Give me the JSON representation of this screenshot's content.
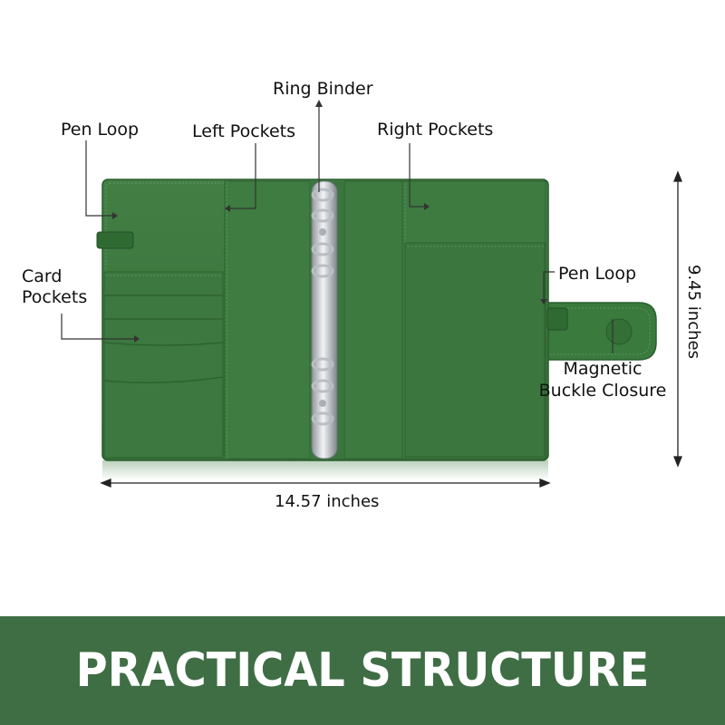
{
  "labels": {
    "ring_binder": "Ring Binder",
    "pen_loop_left": "Pen Loop",
    "left_pockets": "Left Pockets",
    "right_pockets": "Right Pockets",
    "card_pockets_line1": "Card",
    "card_pockets_line2": "Pockets",
    "pen_loop_right": "Pen Loop",
    "magnetic_line1": "Magnetic",
    "magnetic_line2": "Buckle Closure"
  },
  "dimensions": {
    "width": "14.57 inches",
    "height": "9.45 inches"
  },
  "banner": {
    "title": "PRACTICAL STRUCTURE"
  },
  "colors": {
    "leather": "#3d7a3f",
    "leather_dark": "#2f6533",
    "banner": "#3f6e45",
    "metal": "#c9ccd1"
  }
}
